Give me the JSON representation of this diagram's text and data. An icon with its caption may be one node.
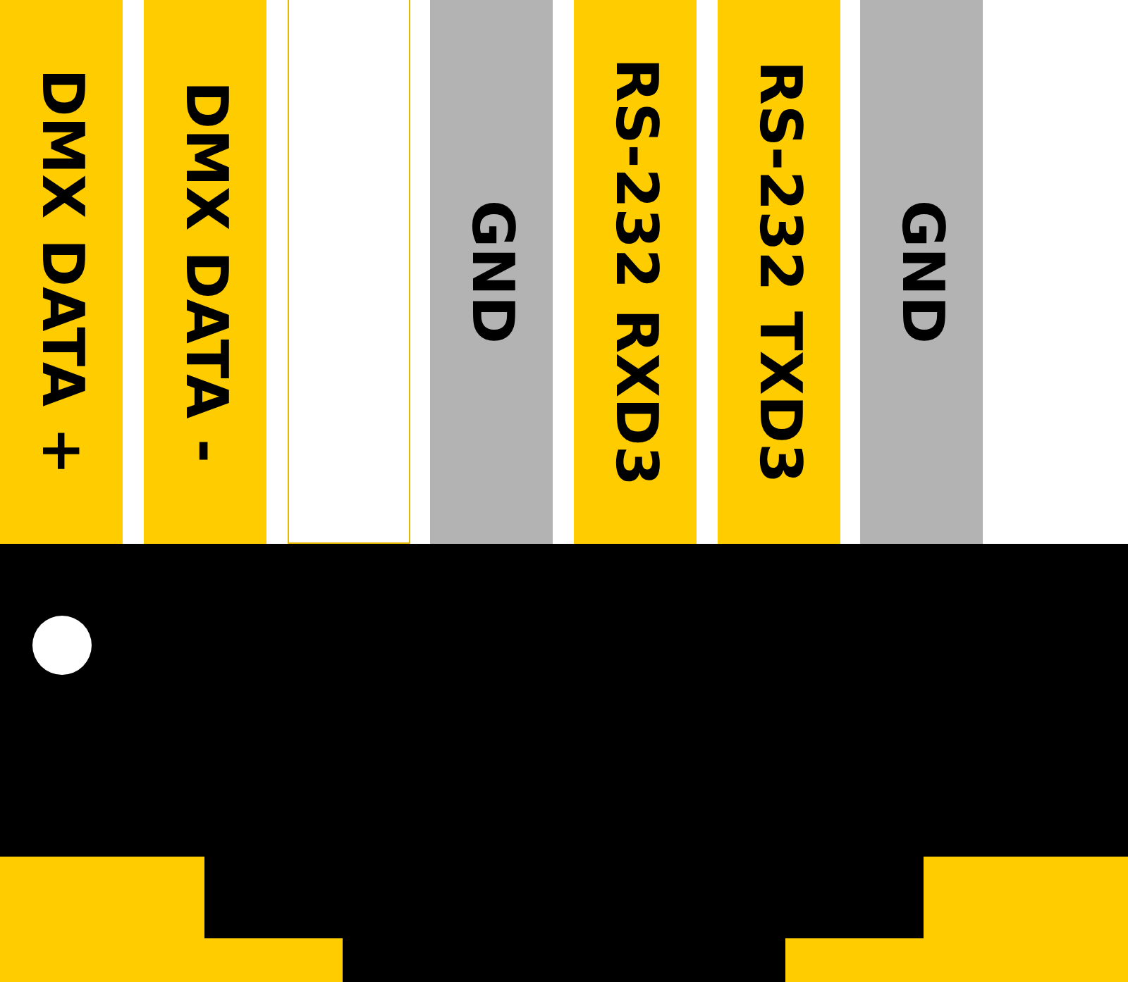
{
  "diagram": {
    "nodes": [
      {
        "text": [
          "DMX DATA +"
        ]
      },
      {
        "text": [
          "DMX DATA -"
        ]
      },
      {
        "text": [],
        "shape": "bar"
      },
      {
        "text": [
          "GND"
        ]
      },
      {
        "text": [
          "RS-232 RXD3"
        ]
      },
      {
        "text": [
          "RS-232 TXD3"
        ]
      },
      {
        "text": [
          "GND"
        ]
      }
    ]
  }
}
